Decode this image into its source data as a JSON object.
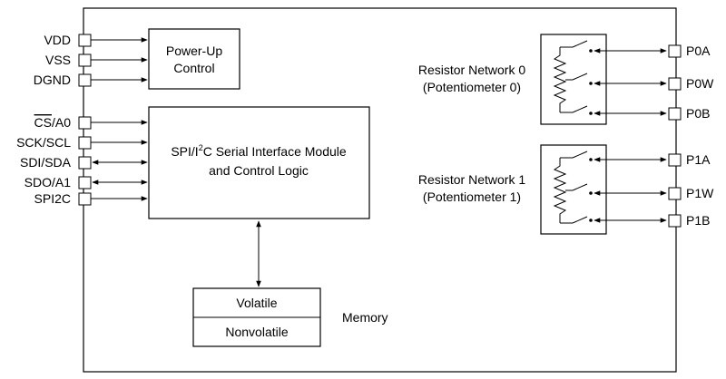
{
  "power": {
    "pins": [
      "VDD",
      "VSS",
      "DGND"
    ],
    "block_line1": "Power-Up",
    "block_line2": "Control"
  },
  "interface": {
    "pins": [
      "CS/A0",
      "SCK/SCL",
      "SDI/SDA",
      "SDO/A1",
      "SPI2C"
    ],
    "cs_bar": "CS",
    "cs_rest": "/A0",
    "line1_a": "SPI/I",
    "line1_sup": "2",
    "line1_b": "C Serial Interface Module",
    "line2": "and Control Logic"
  },
  "memory": {
    "volatile": "Volatile",
    "nonvolatile": "Nonvolatile",
    "label": "Memory"
  },
  "networks": [
    {
      "title": "Resistor Network 0",
      "subtitle": "(Potentiometer 0)",
      "pins": [
        "P0A",
        "P0W",
        "P0B"
      ]
    },
    {
      "title": "Resistor Network 1",
      "subtitle": "(Potentiometer 1)",
      "pins": [
        "P1A",
        "P1W",
        "P1B"
      ]
    }
  ]
}
